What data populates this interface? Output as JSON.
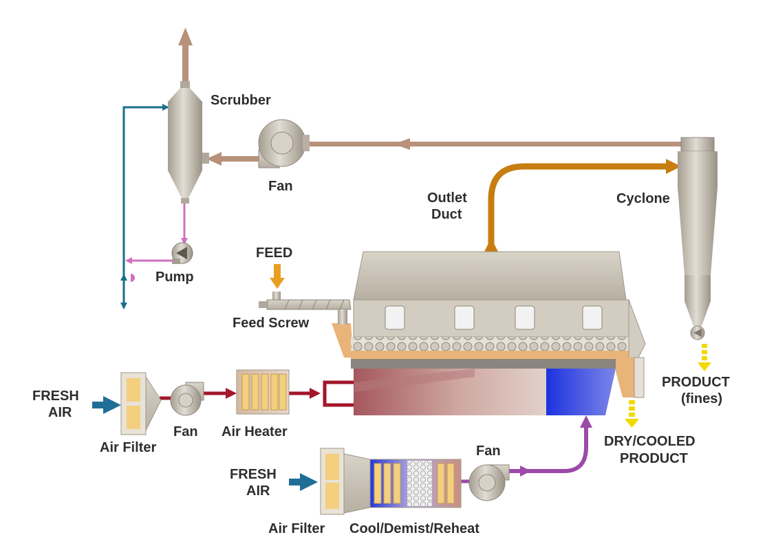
{
  "labels": {
    "scrubber": "Scrubber",
    "fan_top": "Fan",
    "outlet_duct_1": "Outlet",
    "outlet_duct_2": "Duct",
    "cyclone": "Cyclone",
    "pump": "Pump",
    "feed": "FEED",
    "feed_screw": "Feed Screw",
    "product_fines_1": "PRODUCT",
    "product_fines_2": "(fines)",
    "fresh_air_1a": "FRESH",
    "fresh_air_1b": "AIR",
    "air_filter_1": "Air Filter",
    "fan_mid": "Fan",
    "air_heater": "Air Heater",
    "dry_cooled_1": "DRY/COOLED",
    "dry_cooled_2": "PRODUCT",
    "fan_bottom": "Fan",
    "fresh_air_2a": "FRESH",
    "fresh_air_2b": "AIR",
    "air_filter_2": "Air Filter",
    "cool_demist_reheat": "Cool/Demist/Reheat"
  },
  "colors": {
    "exhaust": "#b8917a",
    "outlet": "#c77d0f",
    "water": "#1a6f8c",
    "pump_line": "#d070c0",
    "hot_air": "#a3162b",
    "cool_air": "#9b4aa8",
    "fresh_air_arrow": "#1f6e96",
    "feed_arrow": "#e8a020",
    "product_arrow": "#f2d900",
    "equipment": "#c9c2b6",
    "equipment_dark": "#a69e92"
  }
}
